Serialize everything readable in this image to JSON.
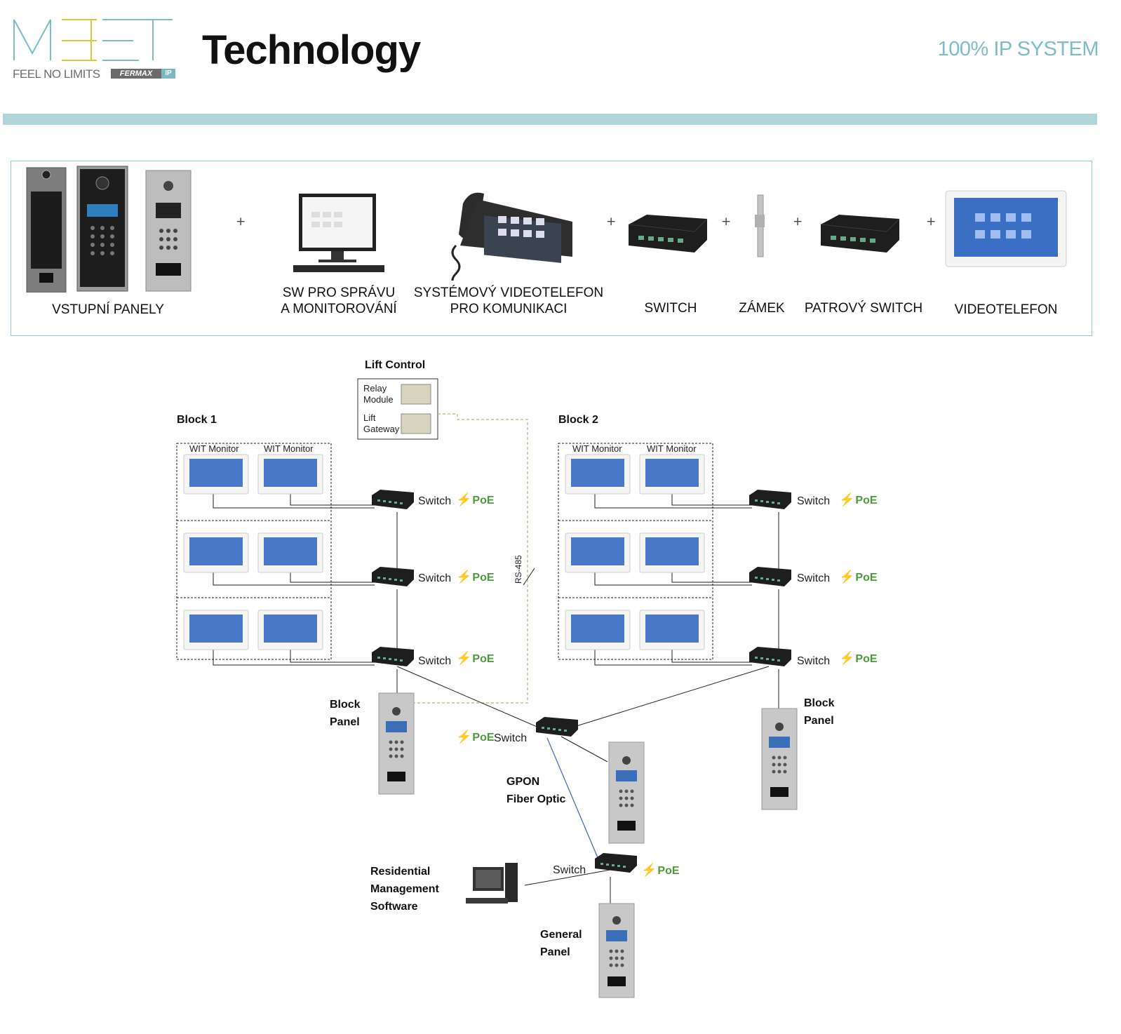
{
  "header": {
    "logo_tagline": "FEEL NO LIMITS",
    "logo_brand": "FERMAX",
    "logo_ip": "IP",
    "title": "Technology",
    "subtitle": "100% IP SYSTEM",
    "colors": {
      "accent": "#7fbcc4",
      "rule": "#b1d6d9",
      "logo_yellow": "#d4cc3c"
    }
  },
  "products": [
    {
      "label": "VSTUPNÍ PANELY",
      "icon": "door-panels-icon"
    },
    {
      "label": "SW PRO SPRÁVU\nA MONITOROVÁNÍ",
      "icon": "pc-monitor-icon"
    },
    {
      "label": "SYSTÉMOVÝ VIDEOTELEFON\nPRO KOMUNIKACI",
      "icon": "desk-videophone-icon"
    },
    {
      "label": "SWITCH",
      "icon": "network-switch-icon"
    },
    {
      "label": "ZÁMEK",
      "icon": "lock-icon"
    },
    {
      "label": "PATROVÝ SWITCH",
      "icon": "network-switch-icon"
    },
    {
      "label": "VIDEOTELEFON",
      "icon": "wall-videophone-icon"
    }
  ],
  "plus_sign": "+",
  "diagram": {
    "lift_control": {
      "title": "Lift Control",
      "relay_module": "Relay\nModule",
      "lift_gateway": "Lift\nGateway"
    },
    "rs485": "RS-485",
    "block1": {
      "title": "Block 1",
      "monitor_a": "WIT Monitor",
      "monitor_b": "WIT Monitor"
    },
    "block2": {
      "title": "Block 2",
      "monitor_a": "WIT Monitor",
      "monitor_b": "WIT Monitor"
    },
    "switch_label": "Switch",
    "poe_label": "PoE",
    "block_panel_left": "Block\nPanel",
    "block_panel_right": "Block\nPanel",
    "gpon": "GPON\nFiber Optic",
    "residential": "Residential\nManagement\nSoftware",
    "general_panel": "General\nPanel",
    "colors": {
      "poe": "#4a9b3a",
      "fiber": "#4a6fb8",
      "rs485_dashed": "#9bc46a"
    }
  }
}
